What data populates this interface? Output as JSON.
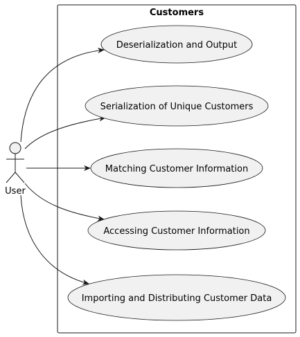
{
  "system": {
    "title": "Customers"
  },
  "actor": {
    "label": "User"
  },
  "use_cases": [
    {
      "id": "uc1",
      "label": "Deserialization and Output"
    },
    {
      "id": "uc2",
      "label": "Serialization of Unique Customers"
    },
    {
      "id": "uc3",
      "label": "Matching Customer Information"
    },
    {
      "id": "uc4",
      "label": "Accessing Customer Information"
    },
    {
      "id": "uc5",
      "label": "Importing and Distributing Customer Data"
    }
  ],
  "colors": {
    "background": "#ffffff",
    "stroke": "#181818",
    "usecase_fill": "#f1f1f1",
    "actor_fill": "#f1f1f1",
    "text": "#000000"
  }
}
